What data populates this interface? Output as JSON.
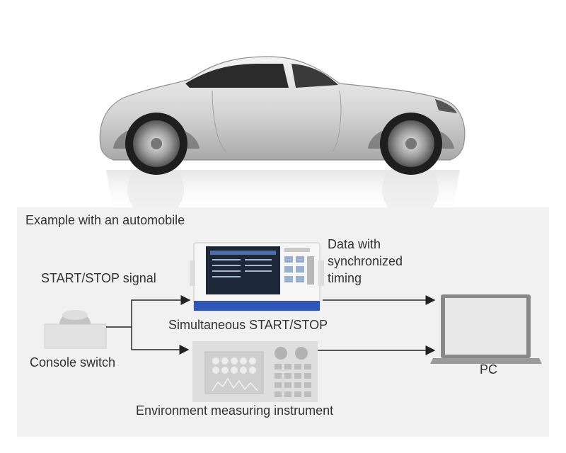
{
  "section_title": "Example with an automobile",
  "labels": {
    "start_stop_signal": "START/STOP signal",
    "data_sync_line1": "Data with",
    "data_sync_line2": "synchronized",
    "data_sync_line3": "timing",
    "simultaneous": "Simultaneous START/STOP",
    "console_switch": "Console switch",
    "environment_instrument": "Environment measuring instrument",
    "pc": "PC"
  },
  "colors": {
    "panel_bg": "#f1f1f1",
    "arrow": "#222222",
    "car_body": "#d9d9d9",
    "instrument_accent": "#2f55b5"
  }
}
